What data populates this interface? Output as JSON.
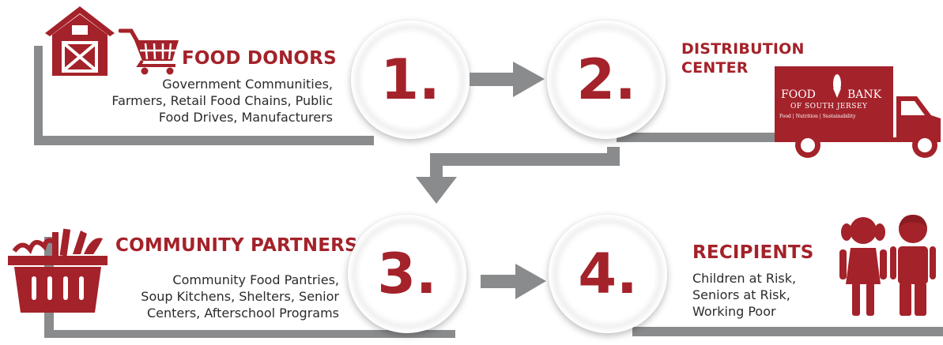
{
  "steps": [
    {
      "number": "1.",
      "title": "FOOD DONORS",
      "lines": [
        "Government Communities,",
        "Farmers, Retail Food Chains, Public",
        "Food Drives, Manufacturers"
      ]
    },
    {
      "number": "2.",
      "title_lines": [
        "DISTRIBUTION",
        "CENTER"
      ],
      "truck_logo": {
        "line1": "FOOD",
        "line2": "BANK",
        "line3": "OF SOUTH JERSEY",
        "line4": "Food | Nutrition | Sustainability"
      }
    },
    {
      "number": "3.",
      "title": "COMMUNITY PARTNERS",
      "lines": [
        "Community Food Pantries,",
        "Soup Kitchens, Shelters, Senior",
        "Centers, Afterschool Programs"
      ]
    },
    {
      "number": "4.",
      "title": "RECIPIENTS",
      "lines": [
        "Children at Risk,",
        "Seniors at Risk,",
        "Working Poor"
      ]
    }
  ],
  "colors": {
    "brand_red": "#a4222a",
    "frame_gray": "#8a8b8d",
    "text_dark": "#2b2b2b"
  },
  "icons": [
    "barn-icon",
    "shopping-cart-icon",
    "truck-icon",
    "grocery-basket-icon",
    "girl-icon",
    "boy-icon"
  ]
}
